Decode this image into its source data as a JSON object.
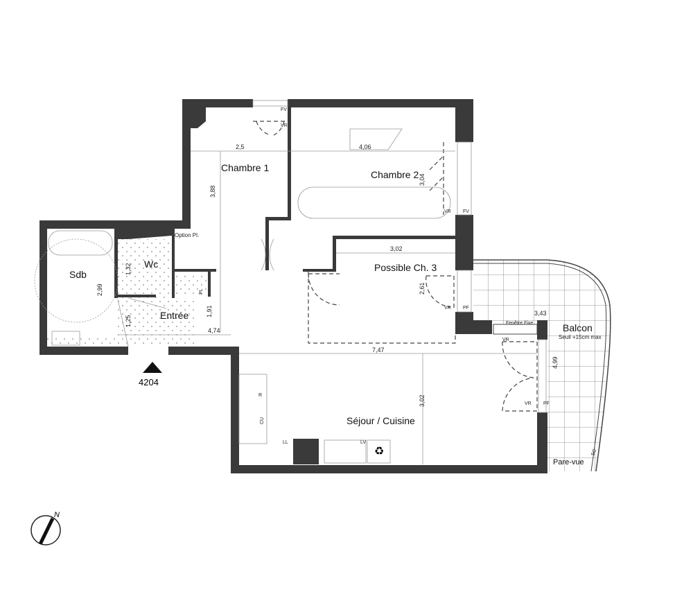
{
  "plan": {
    "lot_number": "4204",
    "north_label": "N",
    "rooms": {
      "chambre1": "Chambre 1",
      "chambre2": "Chambre 2",
      "chambre3": "Possible Ch. 3",
      "sdb": "Sdb",
      "wc": "Wc",
      "entree": "Entrée",
      "sejour": "Séjour / Cuisine",
      "balcon": "Balcon",
      "balcon_note": "Seuil +15cm max",
      "pare_vue": "Pare-vue"
    },
    "dimensions": {
      "ch1_width": "2,5",
      "ch1_depth": "3,88",
      "ch2_width": "4,06",
      "ch2_depth": "3,04",
      "ch3_width": "3,02",
      "ch3_depth": "2,61",
      "sdb_depth": "2,99",
      "wc_depth": "1,32",
      "entree_depth": "1,91",
      "entree_width": "4,74",
      "couloir": "1,25",
      "sejour_width": "7,47",
      "sejour_depth": "3,02",
      "balcon_width": "3,43",
      "balcon_depth": "4,99"
    },
    "annotations": {
      "option_placard": "Option Pl.",
      "placard": "PL",
      "fenetre_fixe": "Fenêtre Fixe",
      "fv1": "FV",
      "vr1": "VR",
      "fv2": "FV",
      "vr2": "VR",
      "vr3": "VR",
      "pf3": "PF",
      "vr4": "VR",
      "vr5": "VR",
      "pf5": "PF",
      "fridge": "R",
      "cooktop": "CU",
      "dishwasher": "LL",
      "washer": "LV",
      "sc": "SC"
    }
  }
}
